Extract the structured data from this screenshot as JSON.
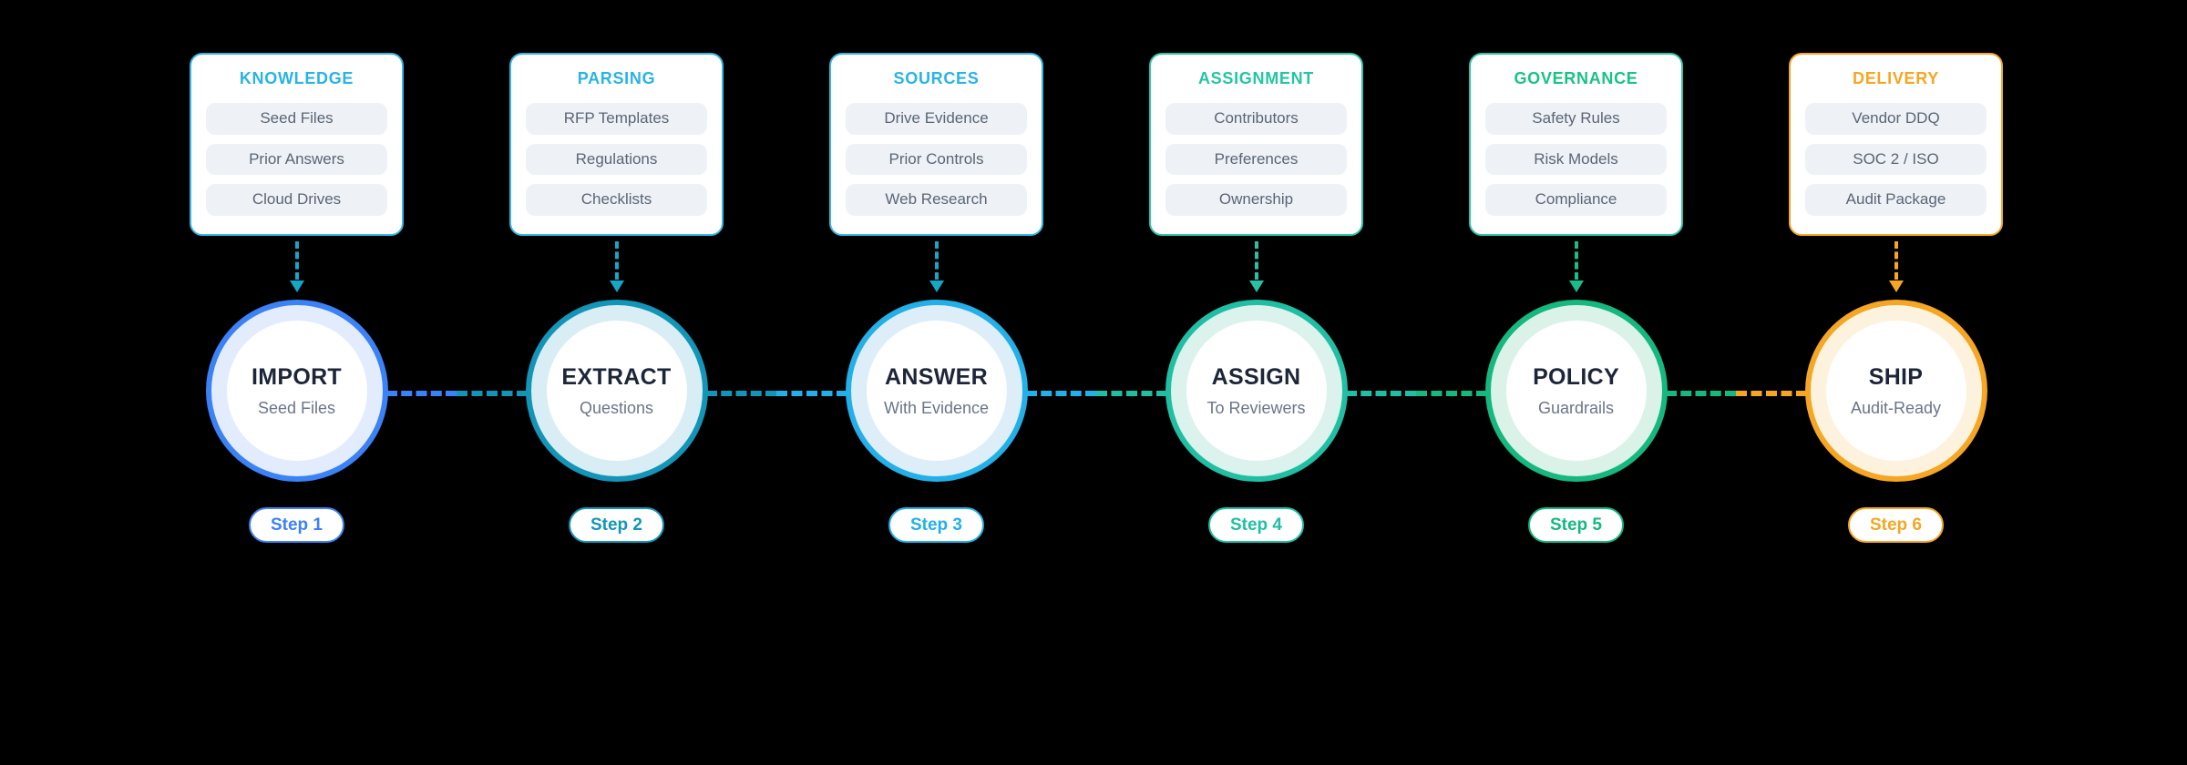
{
  "background": "#000000",
  "diagram": {
    "type": "process-flow",
    "orientation": "horizontal",
    "step_count": 6,
    "columns": [
      {
        "card": {
          "title": "KNOWLEDGE",
          "chips": [
            "Seed Files",
            "Prior Answers",
            "Cloud Drives"
          ],
          "border_color": "#35b6e3",
          "title_color": "#29b3e6"
        },
        "arrow_color": "#17a5c8",
        "node": {
          "title": "IMPORT",
          "subtitle": "Seed Files",
          "ring_color": "#3b82f6",
          "halo_color": "#e3ecfd"
        },
        "badge": {
          "label": "Step 1",
          "text_color": "#3b82f6",
          "border_color": "#3b82f6"
        }
      },
      {
        "card": {
          "title": "PARSING",
          "chips": [
            "RFP Templates",
            "Regulations",
            "Checklists"
          ],
          "border_color": "#35b6e3",
          "title_color": "#29b3e6"
        },
        "arrow_color": "#17a5c8",
        "node": {
          "title": "EXTRACT",
          "subtitle": "Questions",
          "ring_color": "#1395b8",
          "halo_color": "#d9edf4"
        },
        "badge": {
          "label": "Step 2",
          "text_color": "#1395b8",
          "border_color": "#1395b8"
        }
      },
      {
        "card": {
          "title": "SOURCES",
          "chips": [
            "Drive Evidence",
            "Prior Controls",
            "Web Research"
          ],
          "border_color": "#35b6e3",
          "title_color": "#29b3e6"
        },
        "arrow_color": "#17a5c8",
        "node": {
          "title": "ANSWER",
          "subtitle": "With Evidence",
          "ring_color": "#23b0e8",
          "halo_color": "#ddeef9"
        },
        "badge": {
          "label": "Step 3",
          "text_color": "#23b0e8",
          "border_color": "#23b0e8"
        }
      },
      {
        "card": {
          "title": "ASSIGNMENT",
          "chips": [
            "Contributors",
            "Preferences",
            "Ownership"
          ],
          "border_color": "#2ec4a8",
          "title_color": "#25c5a4"
        },
        "arrow_color": "#2bbfa5",
        "node": {
          "title": "ASSIGN",
          "subtitle": "To Reviewers",
          "ring_color": "#20bfa4",
          "halo_color": "#dcf2ec"
        },
        "badge": {
          "label": "Step 4",
          "text_color": "#20bfa4",
          "border_color": "#20bfa4"
        }
      },
      {
        "card": {
          "title": "GOVERNANCE",
          "chips": [
            "Safety Rules",
            "Risk Models",
            "Compliance"
          ],
          "border_color": "#2ec4a8",
          "title_color": "#19c285"
        },
        "arrow_color": "#19bd8c",
        "node": {
          "title": "POLICY",
          "subtitle": "Guardrails",
          "ring_color": "#15b87f",
          "halo_color": "#dbf2e8"
        },
        "badge": {
          "label": "Step 5",
          "text_color": "#15b87f",
          "border_color": "#15b87f"
        }
      },
      {
        "card": {
          "title": "DELIVERY",
          "chips": [
            "Vendor DDQ",
            "SOC 2 / ISO",
            "Audit Package"
          ],
          "border_color": "#f5a623",
          "title_color": "#f5a623"
        },
        "arrow_color": "#f5a623",
        "node": {
          "title": "SHIP",
          "subtitle": "Audit-Ready",
          "ring_color": "#f5a623",
          "halo_color": "#fdf2de"
        },
        "badge": {
          "label": "Step 6",
          "text_color": "#f5a623",
          "border_color": "#f5a623"
        }
      }
    ],
    "connectors": [
      {
        "from": "IMPORT",
        "to": "EXTRACT",
        "color_start": "#3b82f6",
        "color_end": "#1395b8"
      },
      {
        "from": "EXTRACT",
        "to": "ANSWER",
        "color_start": "#1395b8",
        "color_end": "#23b0e8"
      },
      {
        "from": "ANSWER",
        "to": "ASSIGN",
        "color_start": "#23b0e8",
        "color_end": "#20bfa4"
      },
      {
        "from": "ASSIGN",
        "to": "POLICY",
        "color_start": "#20bfa4",
        "color_end": "#15b87f"
      },
      {
        "from": "POLICY",
        "to": "SHIP",
        "color_start": "#15b87f",
        "color_end": "#f5a623"
      }
    ]
  }
}
